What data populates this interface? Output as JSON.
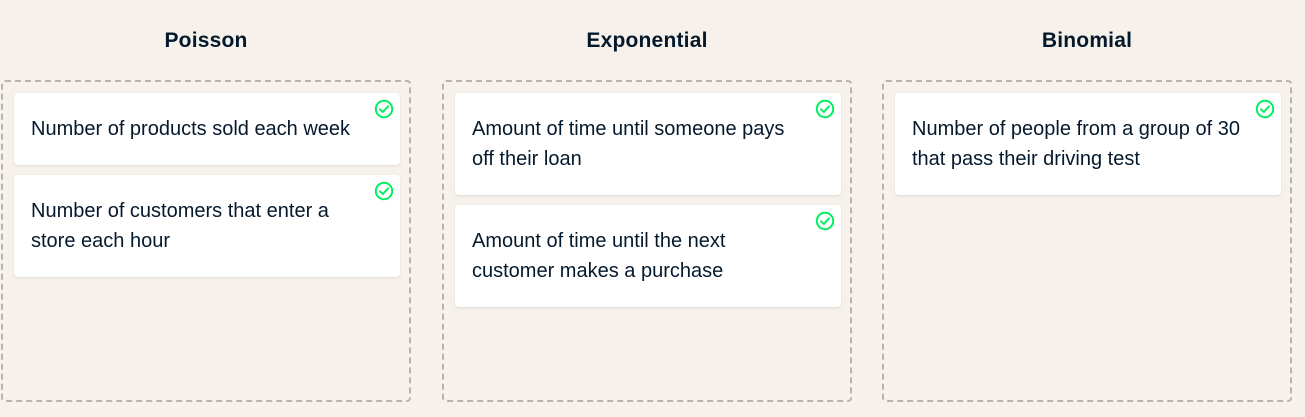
{
  "colors": {
    "background": "#f6f1ea",
    "card": "#ffffff",
    "text": "#05192d",
    "border": "#b8b4ad",
    "correct": "#03ef62"
  },
  "columns": [
    {
      "title": "Poisson",
      "cards": [
        {
          "text": "Number of products sold each week",
          "status": "correct",
          "icon": "check-circle-icon"
        },
        {
          "text": "Number of customers that enter a store each hour",
          "status": "correct",
          "icon": "check-circle-icon"
        }
      ]
    },
    {
      "title": "Exponential",
      "cards": [
        {
          "text": "Amount of time until someone pays off their loan",
          "status": "correct",
          "icon": "check-circle-icon"
        },
        {
          "text": "Amount of time until the next customer makes a purchase",
          "status": "correct",
          "icon": "check-circle-icon"
        }
      ]
    },
    {
      "title": "Binomial",
      "cards": [
        {
          "text": "Number of people from a group of 30 that pass their driving test",
          "status": "correct",
          "icon": "check-circle-icon"
        }
      ]
    }
  ]
}
